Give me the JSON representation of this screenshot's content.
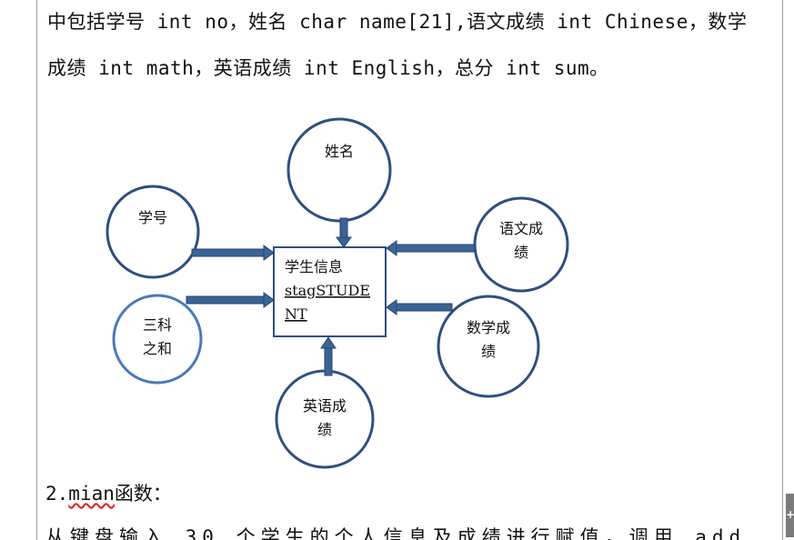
{
  "document": {
    "line1": "中包括学号 int no，姓名 char name[21],语文成绩 int Chinese，数学",
    "line2": "成绩 int math，英语成绩 int English，总分 int sum。",
    "heading_number": "2.",
    "heading_word": "mian",
    "heading_rest": "函数：",
    "partial_line": "从键盘输入 30 个学生的个人信息及成绩进行赋值，调用 add"
  },
  "diagram": {
    "center_box": {
      "line1": "学生信息",
      "line2": "stagSTUDE",
      "line3": "NT"
    },
    "nodes": {
      "name": "姓名",
      "student_no": "学号",
      "chinese_line1": "语文成",
      "chinese_line2": "绩",
      "sum_line1": "三科",
      "sum_line2": "之和",
      "math_line1": "数学成",
      "math_line2": "绩",
      "english_line1": "英语成",
      "english_line2": "绩"
    },
    "colors": {
      "circle_stroke": "#2f4f7f",
      "sum_circle_stroke": "#4a7ab5",
      "arrow_fill": "#3b6496",
      "arrow_stroke": "#24456f"
    }
  },
  "ui": {
    "handle_symbol": "+"
  }
}
